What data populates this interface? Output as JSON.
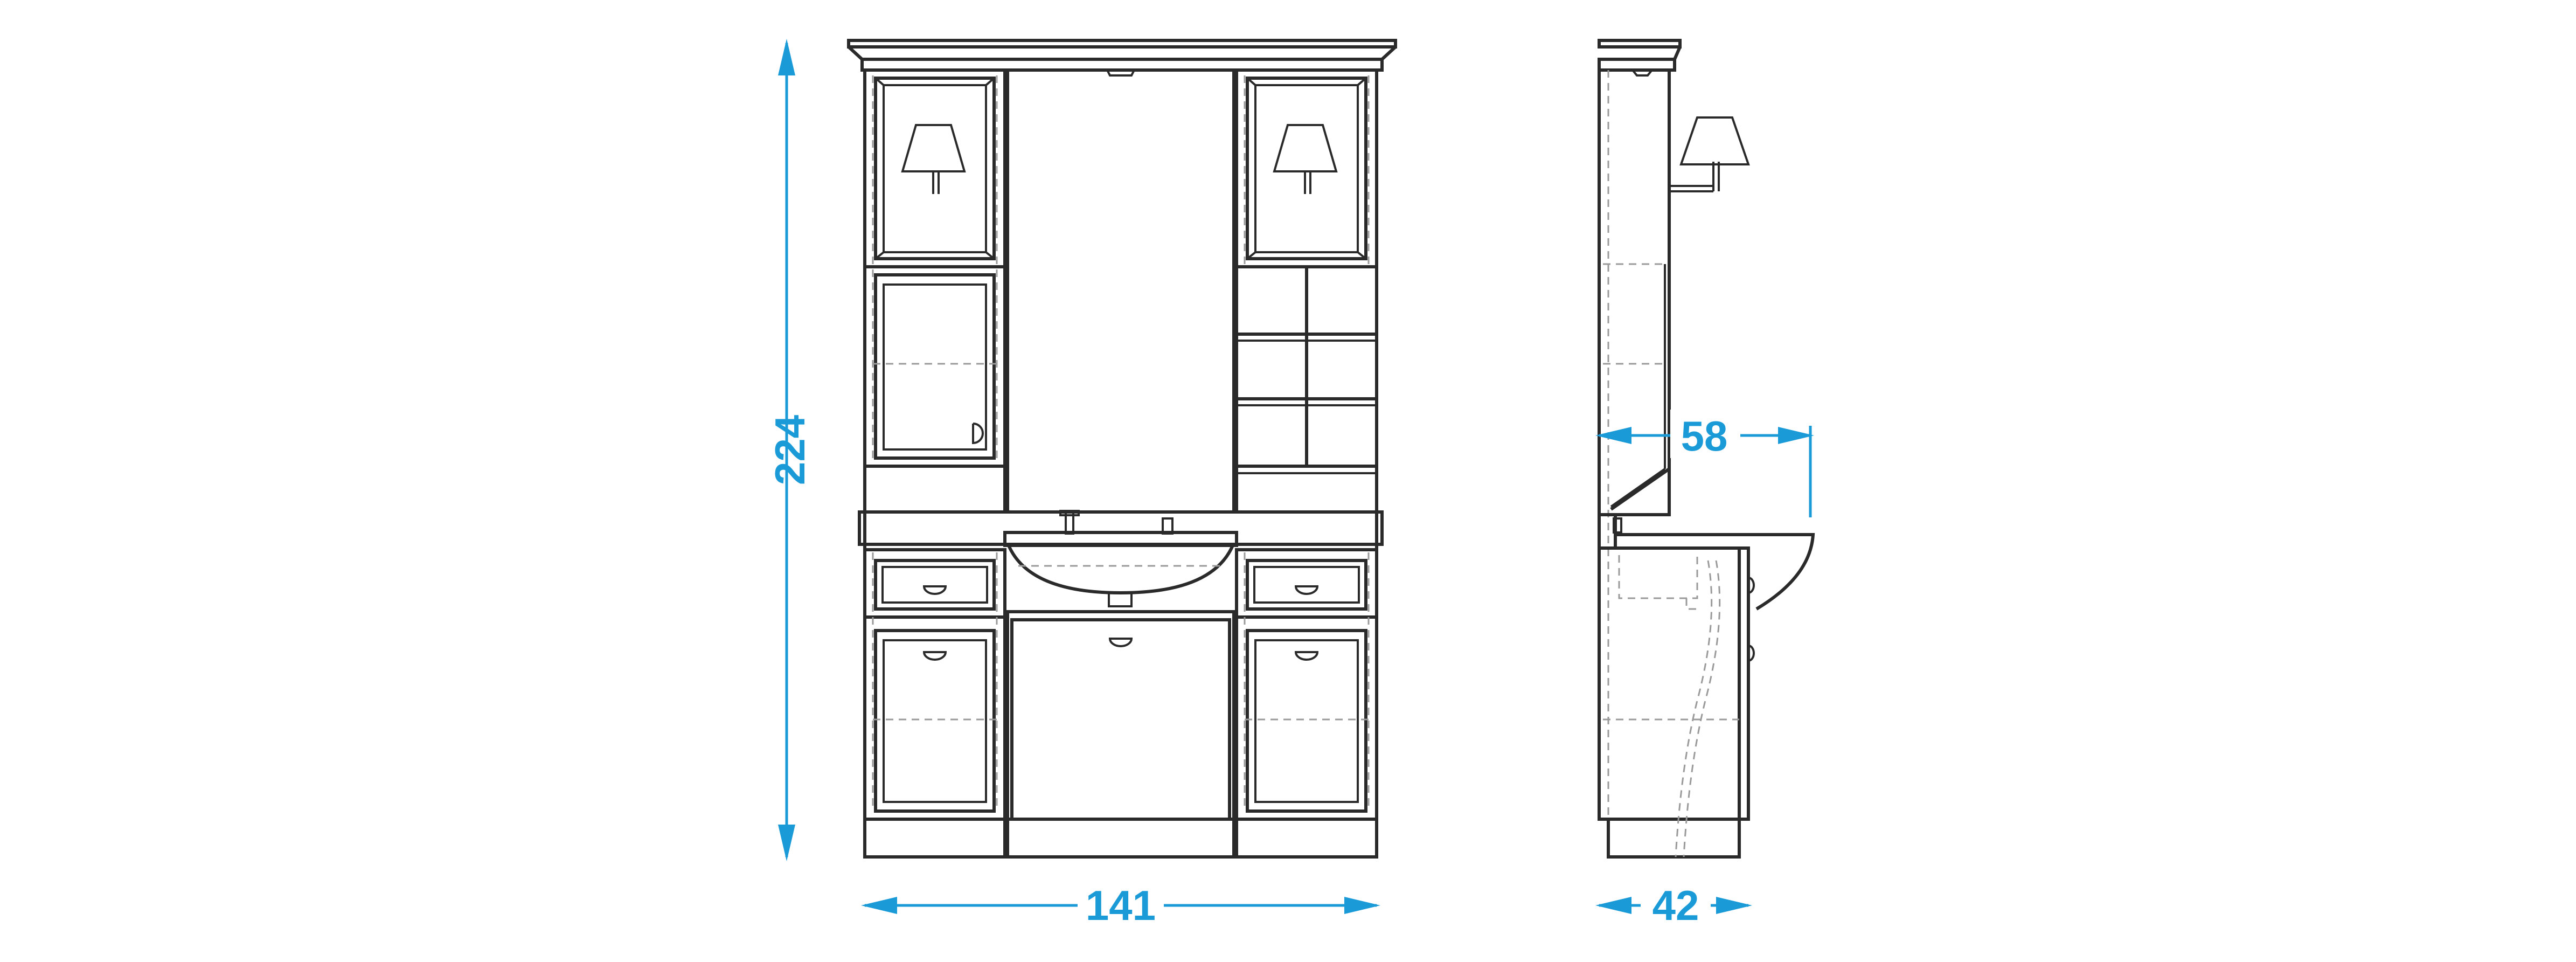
{
  "dimensions": {
    "height": "224",
    "width": "141",
    "side_depth_top": "58",
    "side_depth_base": "42"
  },
  "colors": {
    "dimension": "#1a9bd7",
    "line": "#2a2a2a",
    "hidden_line": "#9a9a9a",
    "background": "#ffffff"
  }
}
